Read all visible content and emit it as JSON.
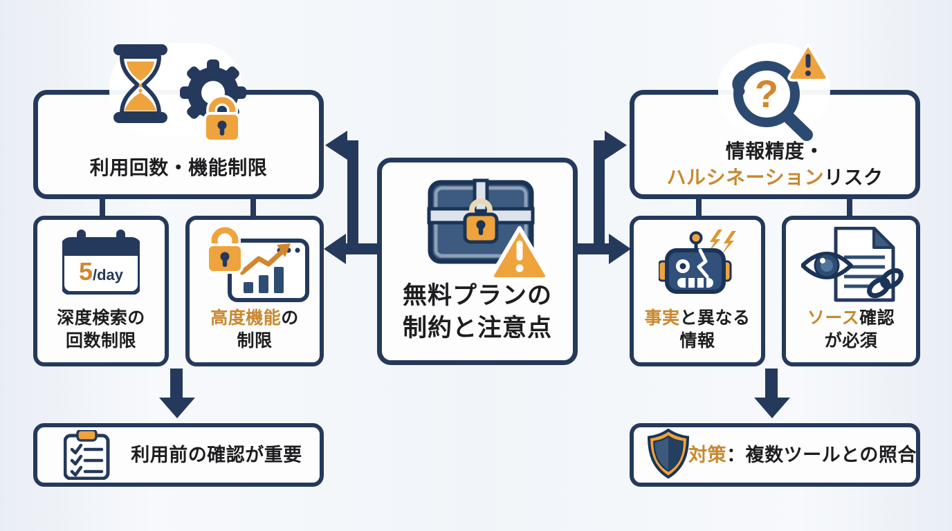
{
  "diagram": {
    "center": {
      "line1": "無料プランの",
      "line2": "制約と注意点"
    },
    "left": {
      "header": "利用回数・機能制限",
      "sub1": {
        "badge_value": "5",
        "badge_unit": "/day",
        "line1": "深度検索の",
        "line2": "回数制限"
      },
      "sub2": {
        "highlight": "高度機能",
        "rest": "の",
        "line2": "制限"
      },
      "footer": "利用前の確認が重要"
    },
    "right": {
      "header_line1": "情報精度・",
      "header_highlight": "ハルシネーション",
      "header_rest": "リスク",
      "sub1": {
        "highlight": "事実",
        "rest": "と異なる",
        "line2": "情報"
      },
      "sub2": {
        "highlight": "ソース",
        "rest": "確認",
        "line2": "が必須"
      },
      "footer_highlight": "対策",
      "footer_rest": "：複数ツールとの照合"
    },
    "icons": {
      "top_left": [
        "hourglass-icon",
        "gear-icon",
        "lock-icon"
      ],
      "top_right": [
        "magnifier-question-icon",
        "warning-icon"
      ],
      "center": [
        "treasure-chest-icon",
        "lock-icon",
        "warning-icon"
      ],
      "left_sub1": "calendar-icon",
      "left_sub2": [
        "lock-icon",
        "chart-window-icon"
      ],
      "right_sub1": [
        "broken-robot-icon",
        "lightning-icon"
      ],
      "right_sub2": [
        "eye-icon",
        "document-icon",
        "link-icon"
      ],
      "left_footer": "checklist-icon",
      "right_footer": "shield-icon"
    },
    "colors": {
      "navy": "#24395c",
      "navy_dark": "#1b3356",
      "steel_blue": "#3d5b80",
      "orange_icon": "#efa33d",
      "orange_text": "#c9882e",
      "text": "#1d1d1f",
      "box_bg": "#fdfdfe",
      "page_bg": "#eef2f6"
    }
  }
}
